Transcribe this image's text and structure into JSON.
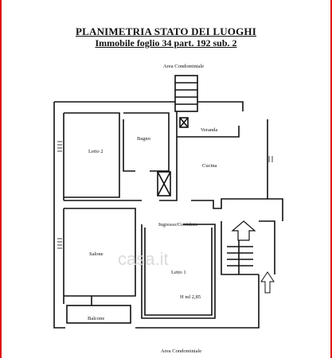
{
  "title": "PLANIMETRIA STATO DEI LUOGHI",
  "subtitle": "Immobile foglio 34 part. 192 sub. 2",
  "labels": {
    "area_top": "Area Condominiale",
    "area_bottom": "Area Condominiale",
    "veranda": "Veranda",
    "bagno": "Bagno",
    "letto2": "Letto 2",
    "cucina": "Cucina",
    "ingresso": "Ingresso/Corridoio",
    "salone": "Salone",
    "letto1": "Letto 1",
    "height": "H ml 2,85",
    "balcone": "Balcone"
  },
  "watermark": "casa.it",
  "colors": {
    "frame": "#e01010",
    "lines": "#111111",
    "watermark": "#d8d8d8"
  }
}
